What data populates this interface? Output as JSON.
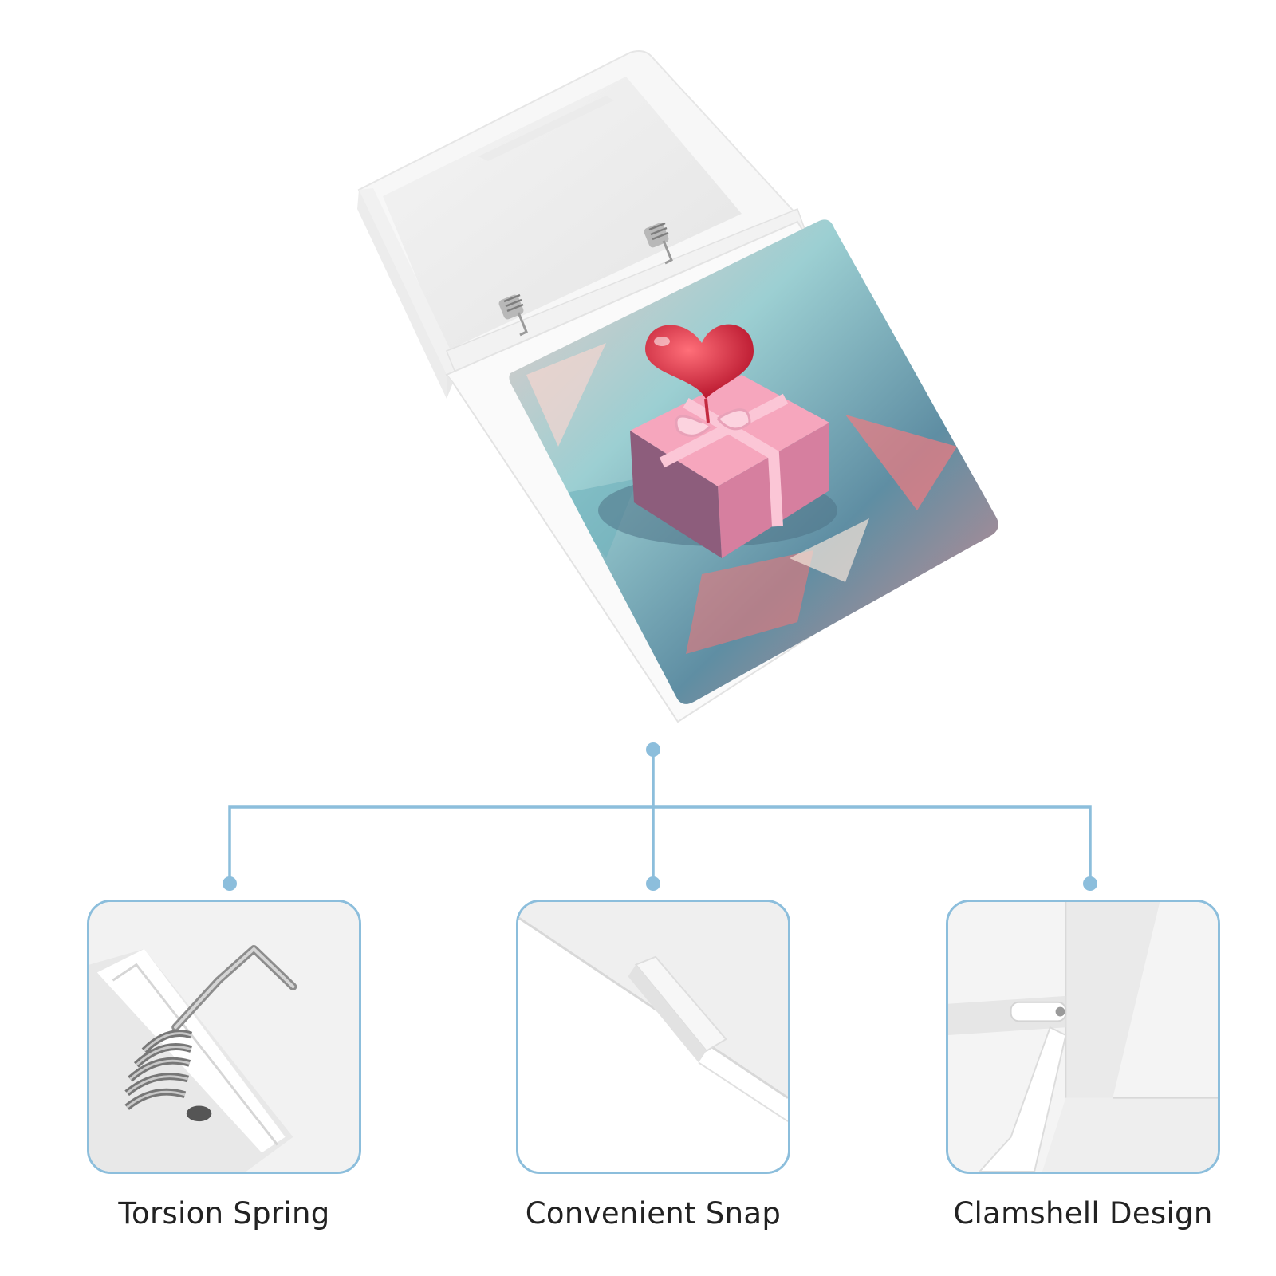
{
  "product": {
    "artwork": "heart-gift-box-painting",
    "accent_color": "#8cbedc"
  },
  "features": [
    {
      "label": "Torsion Spring",
      "icon": "torsion-spring-closeup"
    },
    {
      "label": "Convenient Snap",
      "icon": "snap-closeup"
    },
    {
      "label": "Clamshell Design",
      "icon": "clamshell-hinge-closeup"
    }
  ]
}
